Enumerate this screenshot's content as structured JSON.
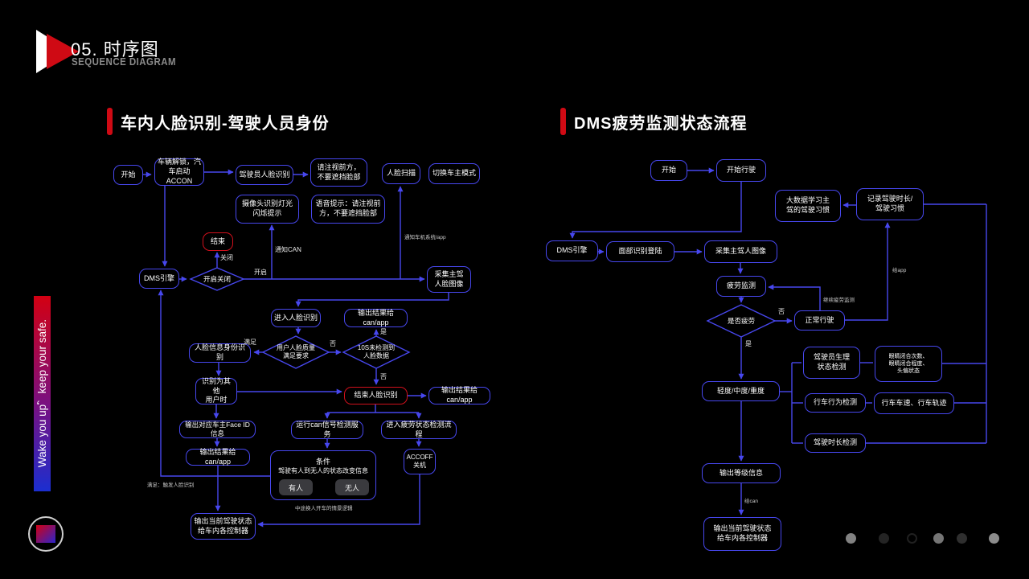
{
  "slide": {
    "title": "05. 时序图",
    "subtitle": "SEQUENCE DIAGRAM",
    "tagline": "Wake you up，keep your safe.",
    "accent_red": "#cf0a14",
    "line_blue": "#4747ee"
  },
  "sections": {
    "left": {
      "title": "车内人脸识别-驾驶人员身份"
    },
    "right": {
      "title": "DMS疲劳监测状态流程"
    }
  },
  "left_chart": {
    "nodes": {
      "start": "开始",
      "unlock": "车辆解锁，汽\n车启动ACCON",
      "driver_face": "驾驶员人脸识别",
      "look_ahead": "请注视前方，\n不要遮挡脸部",
      "face_scan": "人脸扫描",
      "switch_owner": "切换车主模式",
      "camera_light": "摄像头识别灯光\n闪烁提示",
      "voice_tip": "语音提示：请注视前\n方，不要遮挡脸部",
      "end": "结束",
      "dms_engine": "DMS引擎",
      "on_off": "开启关闭",
      "collect_face": "采集主驾\n人脸图像",
      "enter_recog": "进入人脸识别",
      "output_can_1": "输出结果给can/app",
      "face_identity": "人脸信息身份识别",
      "quality_ok": "用户人脸质量\n满足要求",
      "no_face_10s": "10S未检测到\n人脸数据",
      "other_user": "识别为其他\n用户时",
      "end_recog": "结束人脸识别",
      "output_can_2": "输出结果给can/app",
      "output_faceid": "输出对应车主Face ID信息",
      "run_can_service": "运行can信号检测服务",
      "enter_fatigue": "进入疲劳状态检测流程",
      "output_can_3": "输出结果给can/app",
      "condition_title": "条件",
      "condition_desc": "驾驶有人到无人的状态改变信息",
      "btn_present": "有人",
      "btn_absent": "无人",
      "accoff": "ACCOFF\n关机",
      "output_drive_state": "输出当前驾驶状态\n给车内各控制器"
    },
    "edge_labels": {
      "close": "关闭",
      "open": "开启",
      "notify_can": "通知CAN",
      "notify_system": "通知车机系统/app",
      "satisfied": "满足",
      "no_1": "否",
      "yes_1": "是",
      "no_2": "否",
      "trigger": "满足：触发人脸识别",
      "scenario": "中途换人开车的情景逻辑"
    }
  },
  "right_chart": {
    "nodes": {
      "start": "开始",
      "start_driving": "开始行驶",
      "bigdata": "大数据学习主\n驾的驾驶习惯",
      "record": "记录驾驶时长/\n驾驶习惯",
      "dms_engine": "DMS引擎",
      "face_login": "面部识别登陆",
      "collect_image": "采集主驾人图像",
      "fatigue_monitor": "疲劳监测",
      "is_fatigue": "是否疲劳",
      "normal_driving": "正常行驶",
      "severity": "轻度/中度/重度",
      "physio": "驾驶员生理\n状态检测",
      "eyes": "眼睛闭合次数、\n眼睛闭合程度、\n头偏状态",
      "behavior": "行车行为检测",
      "speed_track": "行车车速、行车轨迹",
      "duration": "驾驶时长检测",
      "output_level": "输出等级信息",
      "output_state": "输出当前驾驶状态\n给车内各控制器"
    },
    "edge_labels": {
      "no": "否",
      "yes": "是",
      "continue": "继续疲劳监测",
      "to_app": "给app",
      "to_can": "给can"
    }
  },
  "pagination": {
    "dots": [
      {
        "fill": "#828282"
      },
      {
        "fill": "#242424"
      },
      {
        "fill": "none",
        "stroke": "#202020"
      },
      {
        "fill": "#757575"
      },
      {
        "fill": "#2f2f2f"
      },
      {
        "fill": "#8c8c8c"
      }
    ]
  }
}
